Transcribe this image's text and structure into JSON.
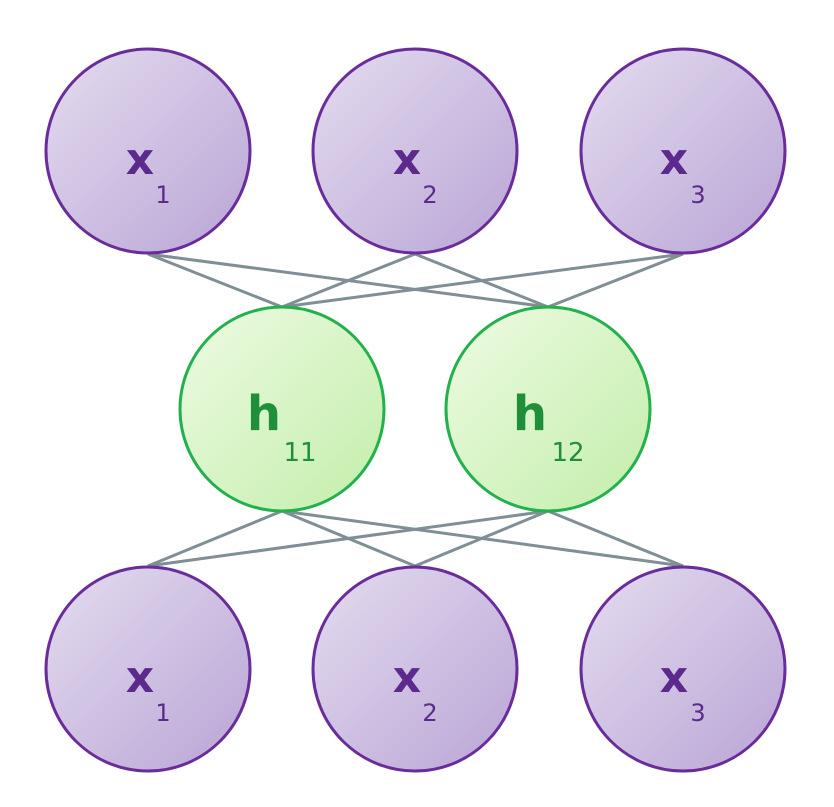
{
  "colors": {
    "input_fill_light": "#e4dcef",
    "input_fill_dark": "#b9a5d6",
    "input_stroke": "#6a2c9b",
    "input_text": "#5b2a8c",
    "hidden_fill_light": "#eefbe3",
    "hidden_fill_dark": "#c2eeaa",
    "hidden_stroke": "#22b14c",
    "hidden_text": "#1f8f3a",
    "edge": "#7f8f95",
    "background": "#ffffff"
  },
  "nodes": {
    "top": [
      {
        "main": "x",
        "sub": "1"
      },
      {
        "main": "x",
        "sub": "2"
      },
      {
        "main": "x",
        "sub": "3"
      }
    ],
    "hidden": [
      {
        "main": "h",
        "sub": "11"
      },
      {
        "main": "h",
        "sub": "12"
      }
    ],
    "bottom": [
      {
        "main": "x",
        "sub": "1"
      },
      {
        "main": "x",
        "sub": "2"
      },
      {
        "main": "x",
        "sub": "3"
      }
    ]
  }
}
